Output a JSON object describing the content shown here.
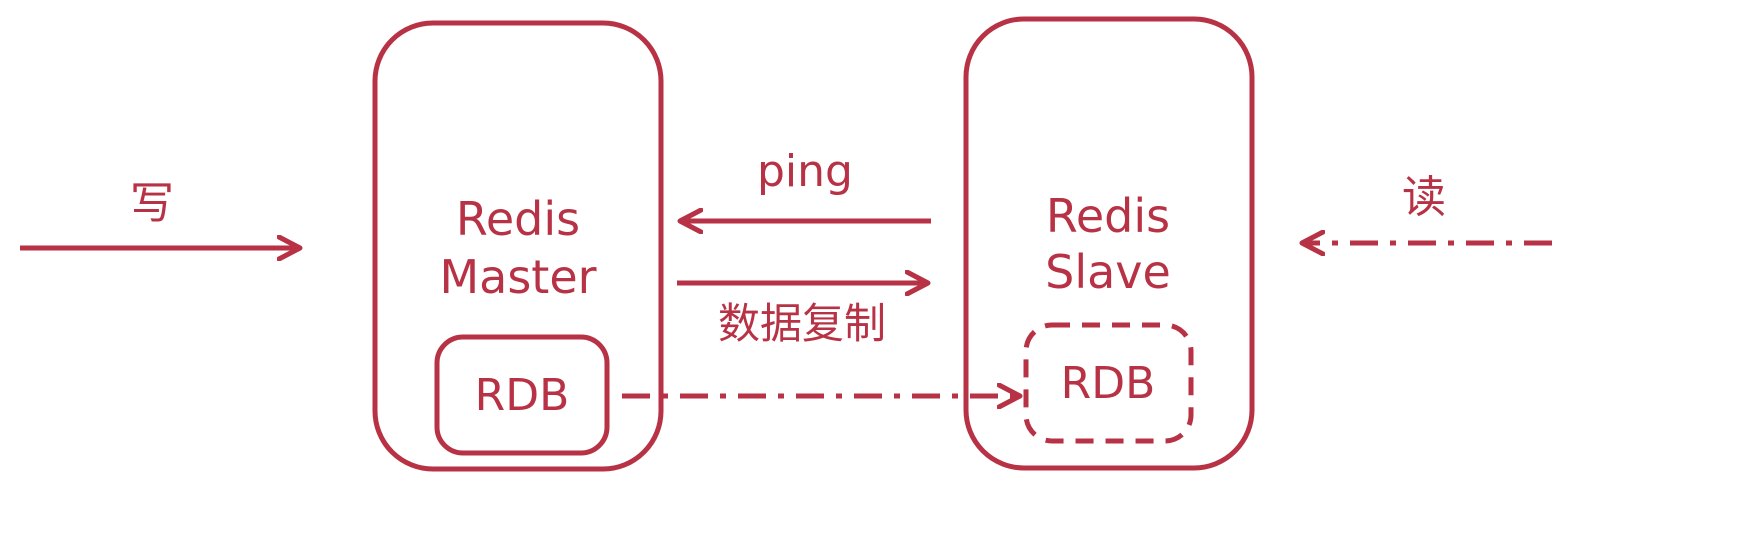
{
  "colors": {
    "accent": "#b83245",
    "background": "#ffffff"
  },
  "master": {
    "title_line1": "Redis",
    "title_line2": "Master",
    "rdb_label": "RDB"
  },
  "slave": {
    "title_line1": "Redis",
    "title_line2": "Slave",
    "rdb_label": "RDB"
  },
  "labels": {
    "write": "写",
    "read": "读",
    "ping": "ping",
    "data_replication": "数据复制"
  }
}
